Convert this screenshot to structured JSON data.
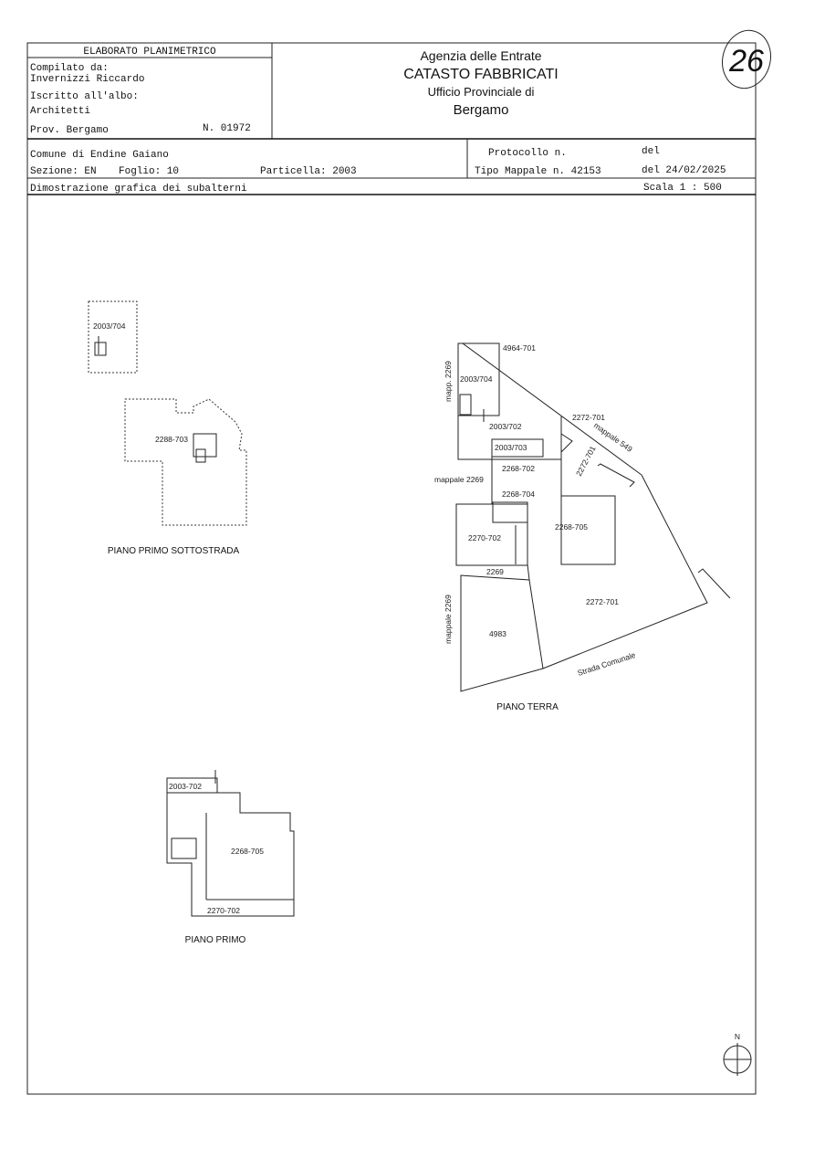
{
  "header": {
    "title": "ELABORATO PLANIMETRICO",
    "compilato_label": "Compilato da:",
    "compilato_name": "Invernizzi Riccardo",
    "iscritto_label": "Iscritto all'albo:",
    "albo": "Architetti",
    "prov": "Prov. Bergamo",
    "numero": "N. 01972"
  },
  "agency": {
    "line1": "Agenzia delle Entrate",
    "line2": "CATASTO FABBRICATI",
    "line3": "Ufficio Provinciale di",
    "line4": "Bergamo"
  },
  "stamp": "26",
  "info": {
    "comune": "Comune di Endine Gaiano",
    "sezione": "Sezione: EN",
    "foglio": "Foglio: 10",
    "particella": "Particella: 2003",
    "protocollo": "Protocollo n.",
    "del_label": "del",
    "tipo_mappale": "Tipo Mappale n. 42153",
    "del_date": "del 24/02/2025",
    "dimostrazione": "Dimostrazione grafica dei subalterni",
    "scala": "Scala 1 : 500"
  },
  "plans": {
    "sottostrada": {
      "caption": "PIANO PRIMO SOTTOSTRADA",
      "labels": [
        "2003/704",
        "2288-703"
      ]
    },
    "terra": {
      "caption": "PIANO TERRA",
      "labels": [
        "4964-701",
        "2003/704",
        "mapp. 2269",
        "2003/702",
        "2003/703",
        "2272-701",
        "mappale 549",
        "2272-701",
        "2268-702",
        "mappale 2269",
        "2268-704",
        "2270-702",
        "2268-705",
        "2269",
        "2272-701",
        "mappale 2269",
        "4983",
        "Strada Comunale"
      ]
    },
    "primo": {
      "caption": "PIANO PRIMO",
      "labels": [
        "2003-702",
        "2268-705",
        "2270-702"
      ]
    }
  },
  "north": "N"
}
